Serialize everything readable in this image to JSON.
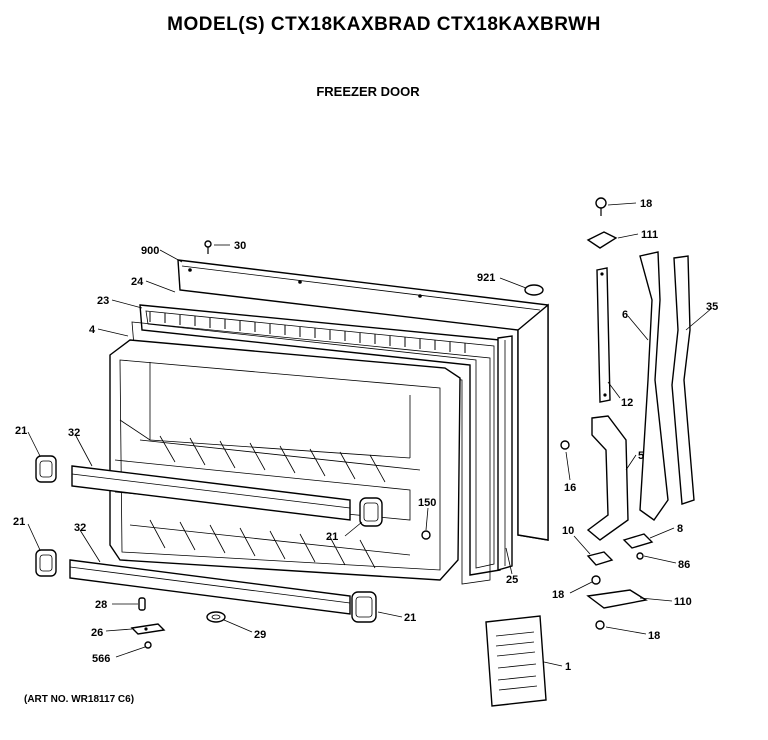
{
  "header": {
    "title": "MODEL(S) CTX18KAXBRAD  CTX18KAXBRWH",
    "subtitle": "FREEZER DOOR"
  },
  "footer": {
    "art_no": "(ART NO. WR18117 C6)"
  },
  "callouts": [
    {
      "id": "c900",
      "label": "900"
    },
    {
      "id": "c30",
      "label": "30"
    },
    {
      "id": "c24",
      "label": "24"
    },
    {
      "id": "c23",
      "label": "23"
    },
    {
      "id": "c4",
      "label": "4"
    },
    {
      "id": "c921",
      "label": "921"
    },
    {
      "id": "c18a",
      "label": "18"
    },
    {
      "id": "c111",
      "label": "111"
    },
    {
      "id": "c6",
      "label": "6"
    },
    {
      "id": "c35",
      "label": "35"
    },
    {
      "id": "c12",
      "label": "12"
    },
    {
      "id": "c5",
      "label": "5"
    },
    {
      "id": "c16",
      "label": "16"
    },
    {
      "id": "c21a",
      "label": "21"
    },
    {
      "id": "c32a",
      "label": "32"
    },
    {
      "id": "c21b",
      "label": "21"
    },
    {
      "id": "c32b",
      "label": "32"
    },
    {
      "id": "c150",
      "label": "150"
    },
    {
      "id": "c21c",
      "label": "21"
    },
    {
      "id": "c25",
      "label": "25"
    },
    {
      "id": "c10",
      "label": "10"
    },
    {
      "id": "c8",
      "label": "8"
    },
    {
      "id": "c86",
      "label": "86"
    },
    {
      "id": "c18b",
      "label": "18"
    },
    {
      "id": "c110",
      "label": "110"
    },
    {
      "id": "c18c",
      "label": "18"
    },
    {
      "id": "c28",
      "label": "28"
    },
    {
      "id": "c21d",
      "label": "21"
    },
    {
      "id": "c26",
      "label": "26"
    },
    {
      "id": "c29",
      "label": "29"
    },
    {
      "id": "c566",
      "label": "566"
    },
    {
      "id": "c1",
      "label": "1"
    }
  ]
}
